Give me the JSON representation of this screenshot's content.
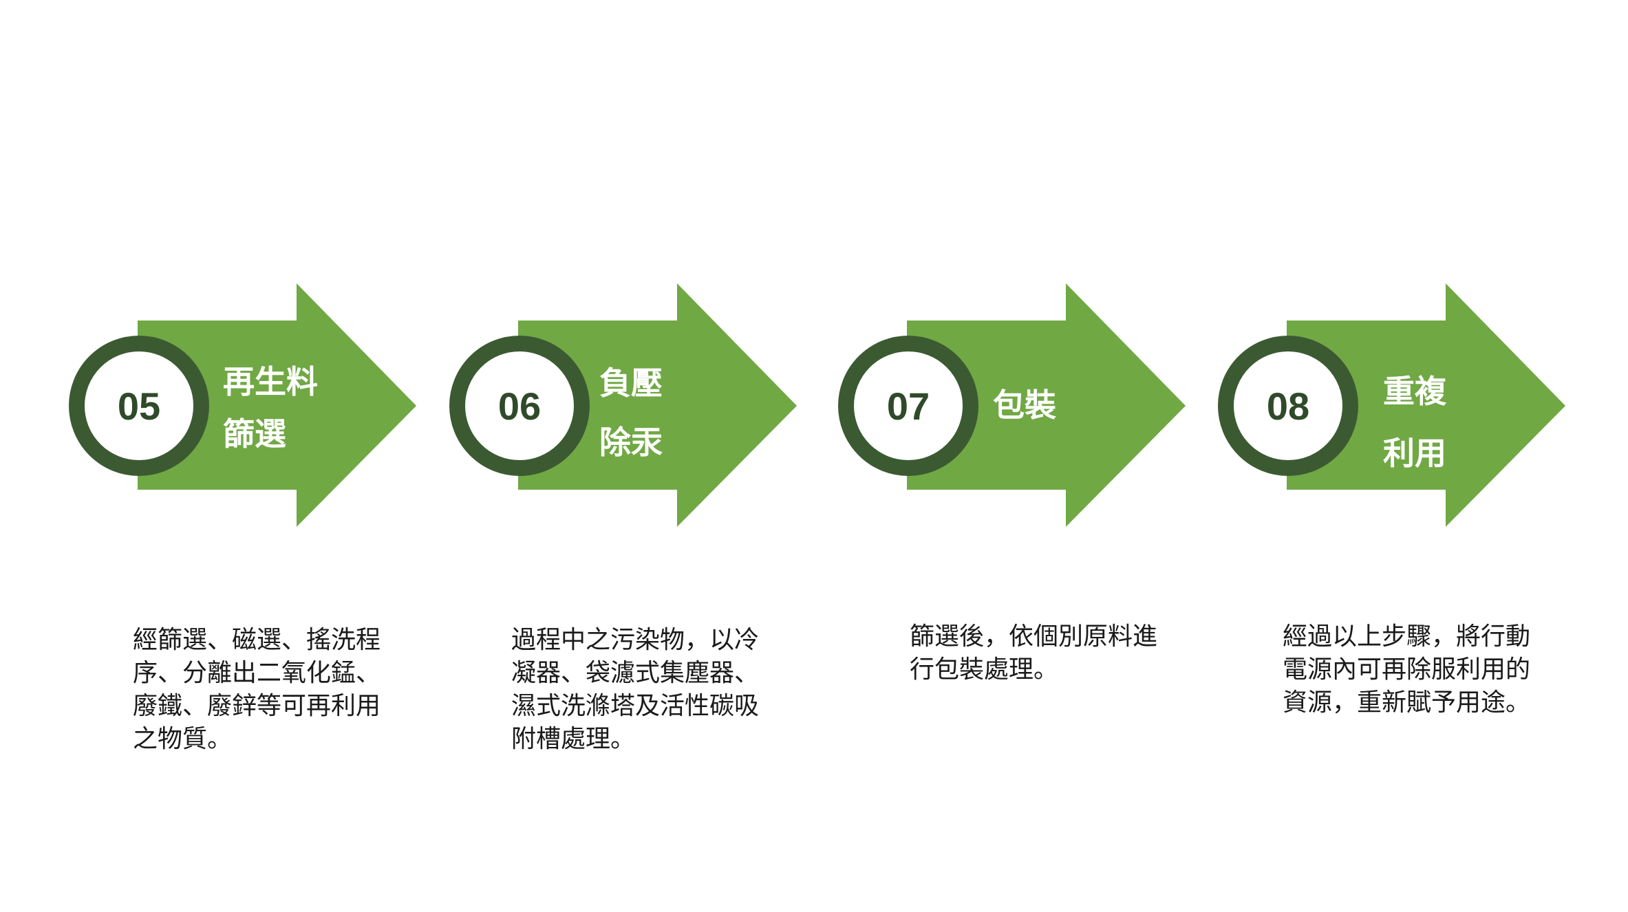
{
  "colors": {
    "arrow": "#70a844",
    "ring": "#3b5a32",
    "number": "#2f4a29",
    "title_text": "#ffffff",
    "desc_text": "#1a1a1a",
    "background": "#ffffff"
  },
  "steps": [
    {
      "number": "05",
      "title": "再生料\n篩選",
      "description": "經篩選、磁選、搖洗程\n序、分離出二氧化錳、\n廢鐵、廢鋅等可再利用\n之物質。"
    },
    {
      "number": "06",
      "title": "負壓\n除汞",
      "description": "過程中之污染物，以冷\n凝器、袋濾式集塵器、\n濕式洗滌塔及活性碳吸\n附槽處理。"
    },
    {
      "number": "07",
      "title": "包裝",
      "description": "篩選後，依個別原料進\n行包裝處理。"
    },
    {
      "number": "08",
      "title": "重複\n利用",
      "description": "經過以上步驟，將行動\n電源內可再除服利用的\n資源，重新賦予用途。"
    }
  ]
}
